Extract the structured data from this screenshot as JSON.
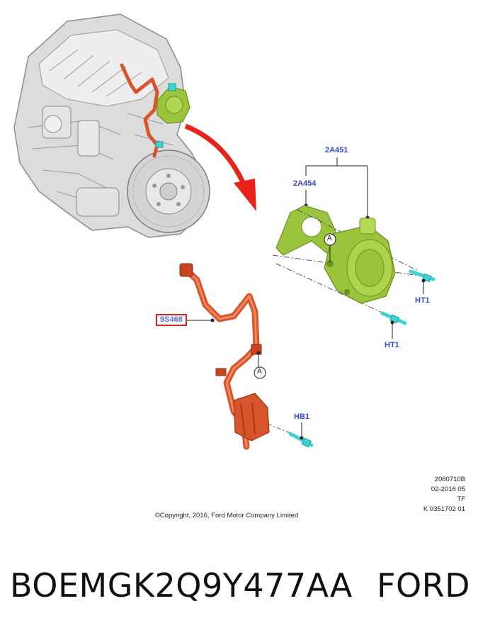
{
  "labels": {
    "assembly": "2A451",
    "bracket": "2A454",
    "hose": "9S468",
    "bolt_upper": "HT1",
    "bolt_lower": "HT1",
    "bolt_hose": "HB1",
    "callout_upper": "A",
    "callout_lower": "A"
  },
  "meta": {
    "line1": "2060710B",
    "line2": "02-2016 05",
    "line3": "TF",
    "line4": "K 0351702 01"
  },
  "copyright": "©Copyright, 2016, Ford Motor Company Limited",
  "footer": {
    "part_number": "BOEMGK2Q9Y477AA",
    "brand": "FORD"
  },
  "colors": {
    "label_blue": "#2f4bbd",
    "highlight_red": "#d0242b",
    "pump_green": "#9ac43c",
    "hose_orange": "#d8542a",
    "bolt_cyan": "#3fd4d4",
    "arrow_red": "#e8231c"
  }
}
